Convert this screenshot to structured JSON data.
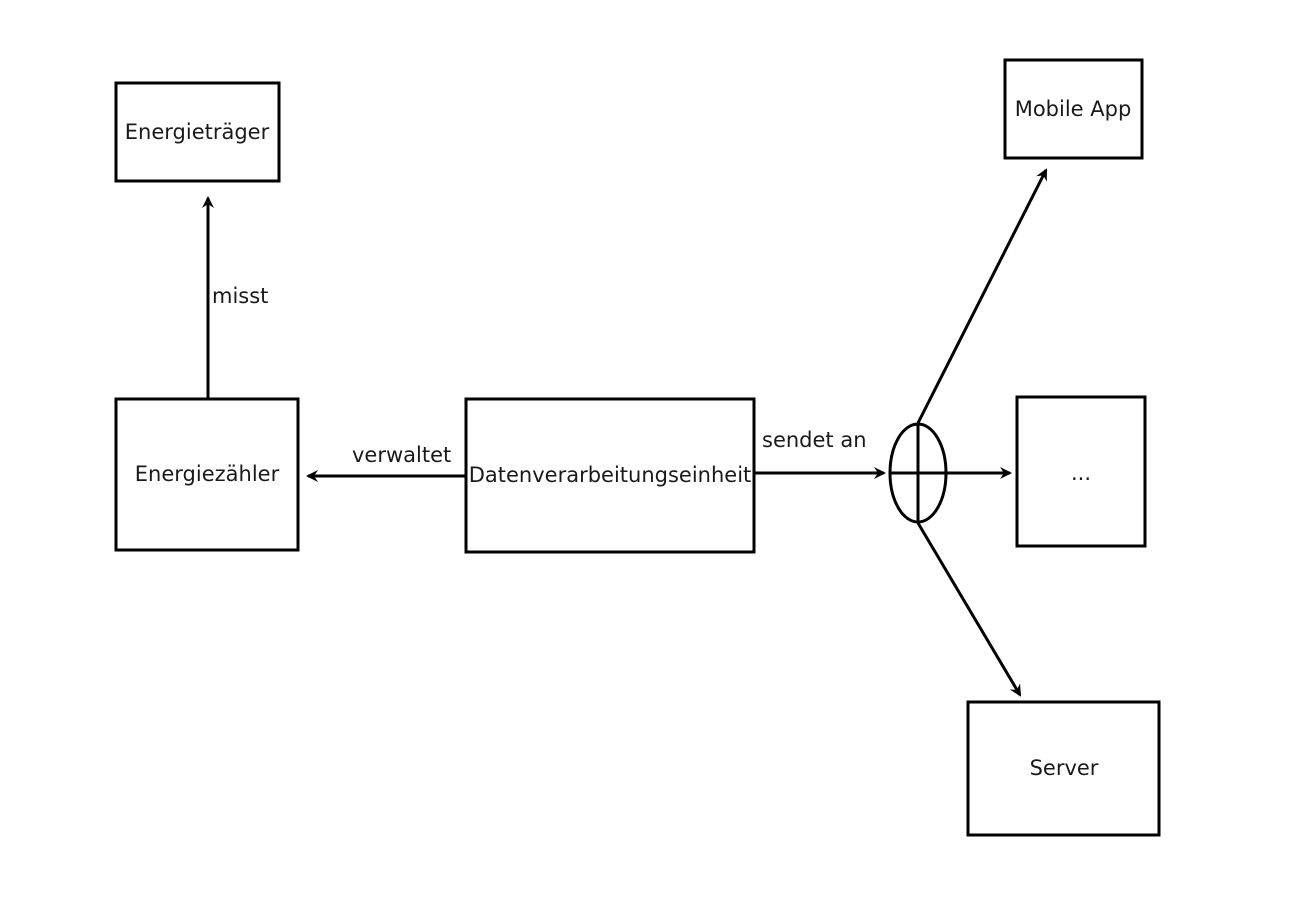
{
  "nodes": {
    "energietraeger": "Energieträger",
    "energiezaehler": "Energiezähler",
    "datenverarbeitung": "Datenverarbeitungseinheit",
    "mobile_app": "Mobile App",
    "more": "...",
    "server": "Server"
  },
  "edges": {
    "misst": "misst",
    "verwaltet": "verwaltet",
    "sendet_an": "sendet an"
  },
  "colors": {
    "line": "#000000",
    "background": "#ffffff"
  }
}
